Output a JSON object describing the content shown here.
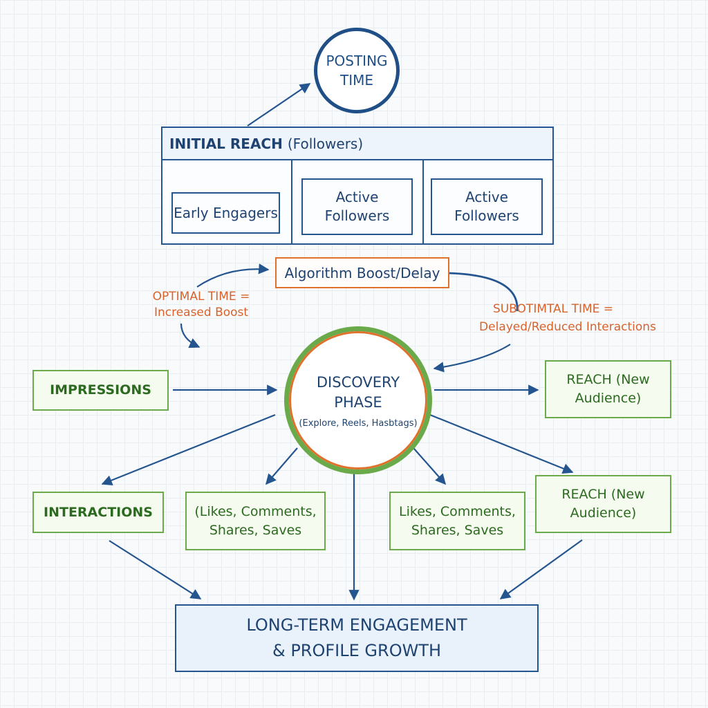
{
  "posting_time": "POSTING\nTIME",
  "initial_reach": {
    "title_bold": "INITIAL REACH",
    "title_rest": "(Followers)",
    "boxes": [
      "Early Engagers",
      "Active\nFollowers",
      "Active\nFollowers"
    ]
  },
  "algorithm": "Algorithm Boost/Delay",
  "optimal": "OPTIMAL TIME =\nIncreased Boost",
  "suboptimal_title": "SUBOTIMTAL TIME =",
  "suboptimal_sub": "Delayed/Reduced Interactions",
  "discovery": {
    "title": "DISCOVERY\nPHASE",
    "subtitle": "(Explore, Reels, Hasbtags)"
  },
  "impressions": "IMPRESSIONS",
  "reach_new_top": "REACH (New\nAudience)",
  "interactions": "INTERACTIONS",
  "likes_left": "(Likes, Comments,\nShares, Saves",
  "likes_right": "Likes, Comments,\nShares, Saves",
  "reach_new_bottom": "REACH (New\nAudience)",
  "growth": "LONG-TERM ENGAGEMENT\n& PROFILE GROWTH",
  "colors": {
    "navy": "#24558f",
    "green": "#6aaa4a",
    "orange": "#e0712c"
  }
}
